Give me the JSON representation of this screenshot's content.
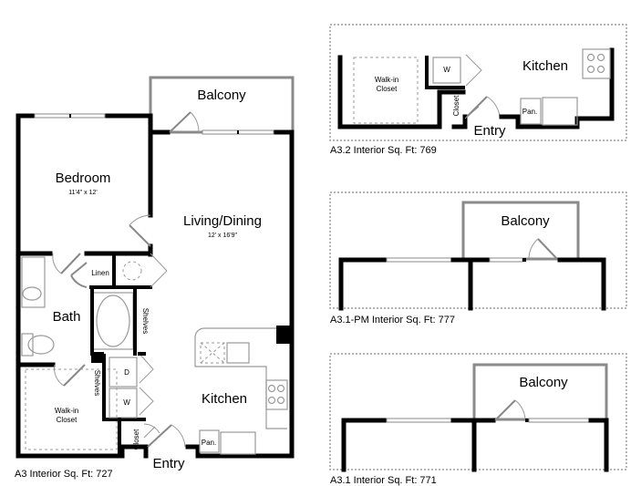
{
  "main_plan": {
    "model": "A3",
    "caption": "A3 Interior Sq. Ft: 727",
    "rooms": {
      "balcony": "Balcony",
      "bedroom": "Bedroom",
      "bedroom_dim": "11'4\" x 12'",
      "living": "Living/Dining",
      "living_dim": "12' x 16'9\"",
      "linen": "Linen",
      "bath": "Bath",
      "shelves_a": "Shelves",
      "shelves_b": "Shelves",
      "walkin_line1": "Walk-in",
      "walkin_line2": "Closet",
      "dryer": "D",
      "washer": "W",
      "kitchen": "Kitchen",
      "closet": "Closet",
      "pantry": "Pan.",
      "entry": "Entry"
    }
  },
  "alt_plans": [
    {
      "model": "A3.2",
      "caption": "A3.2 Interior Sq. Ft: 769",
      "labels": {
        "walkin_line1": "Walk-in",
        "walkin_line2": "Closet",
        "washer": "W",
        "closet": "Closet",
        "kitchen": "Kitchen",
        "pantry": "Pan.",
        "entry": "Entry"
      }
    },
    {
      "model": "A3.1-PM",
      "caption": "A3.1-PM Interior Sq. Ft: 777",
      "labels": {
        "balcony": "Balcony"
      }
    },
    {
      "model": "A3.1",
      "caption": "A3.1 Interior Sq. Ft: 771",
      "labels": {
        "balcony": "Balcony"
      }
    }
  ]
}
